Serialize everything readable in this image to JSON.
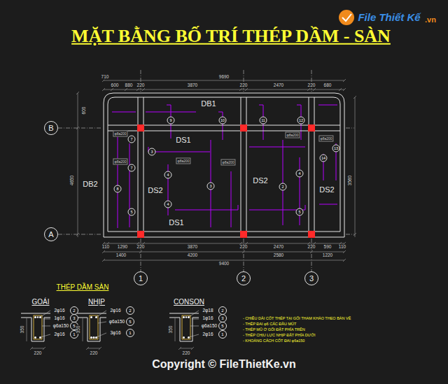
{
  "diagram": {
    "title": "MẶT BẰNG BỐ TRÍ THÉP DẦM - SÀN",
    "nodes": [
      {
        "text": [
          "B"
        ]
      },
      {
        "text": [
          "A"
        ]
      },
      {
        "text": [
          "1"
        ]
      },
      {
        "text": [
          "2"
        ]
      },
      {
        "text": [
          "3"
        ]
      }
    ],
    "labels": [
      "DB1",
      "DS1",
      "DS2",
      "DS2",
      "DS2",
      "DS1",
      "DB2",
      "710",
      "600",
      "880",
      "220",
      "3870",
      "220",
      "2470",
      "220",
      "680",
      "9690",
      "110",
      "1290",
      "220",
      "3870",
      "220",
      "2470",
      "220",
      "590",
      "110",
      "1400",
      "4200",
      "2580",
      "1220",
      "9400",
      "600",
      "4650",
      "3560",
      "9",
      "10",
      "11",
      "12",
      "7",
      "7",
      "8",
      "5",
      "3",
      "4",
      "4",
      "3",
      "4",
      "2",
      "5",
      "13",
      "14",
      "φ8a200",
      "φ8a200",
      "φ8a200",
      "φ8a200",
      "φ8a200",
      "φ8a200",
      "THÉP DẦM SÀN",
      "GOÁI",
      "NHỊP",
      "CONSON",
      "2φ16",
      "1φ16",
      "φ6a150",
      "2φ16",
      "2",
      "3",
      "5",
      "1",
      "220",
      "350",
      "2φ16",
      "φ6a150",
      "3φ16",
      "2",
      "5",
      "1",
      "220",
      "350",
      "2φ18",
      "1φ16",
      "φ6a150",
      "2φ16",
      "2",
      "3",
      "5",
      "1",
      "220",
      "350",
      "- CHIỀU DÀI CỐT THÉP TẠI GỐI THAM KHẢO THEO BẢN VẼ",
      "- THÉP ĐAI φ6 CÁC ĐẦU MÚT",
      "- THÉP MŨ Ở GỐI ĐẶT PHÍA TRÊN",
      "- THÉP CHỊU LỰC NHỊP ĐẶT PHÍA DƯỚI",
      "- KHOẢNG CÁCH CỐT ĐAI φ6a150",
      "Copyright © FileThietKe.vn",
      "File Thiết Kế",
      ".vn"
    ]
  }
}
